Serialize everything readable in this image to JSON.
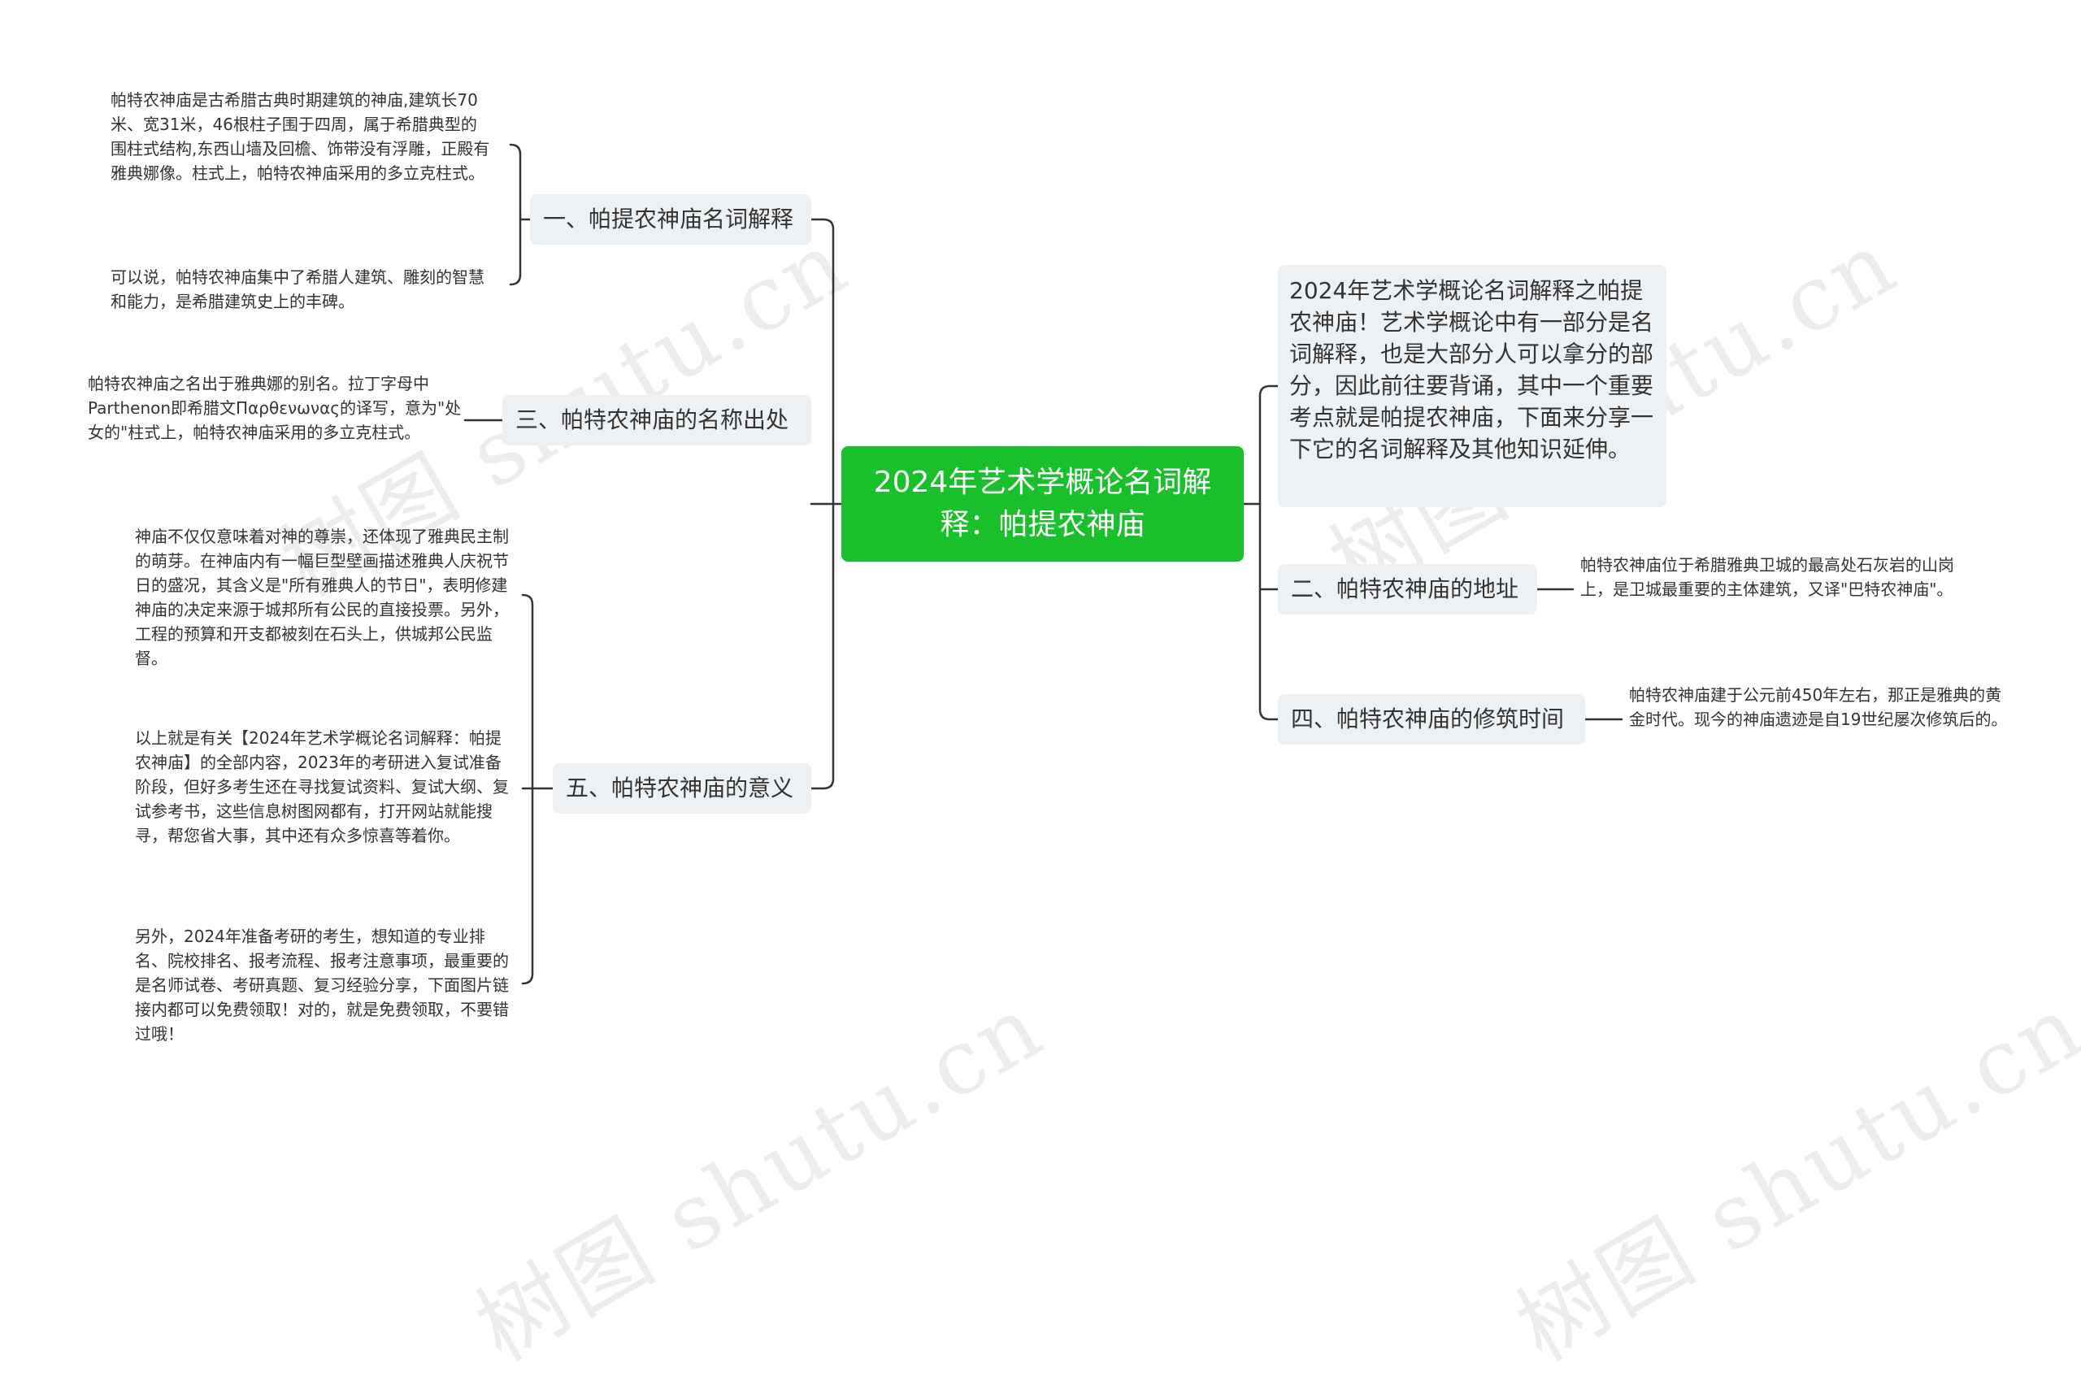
{
  "center": {
    "title": "2024年艺术学概论名词解释：帕提农神庙"
  },
  "intro": {
    "text": "2024年艺术学概论名词解释之帕提农神庙！艺术学概论中有一部分是名词解释，也是大部分人可以拿分的部分，因此前往要背诵，其中一个重要考点就是帕提农神庙，下面来分享一下它的名词解释及其他知识延伸。"
  },
  "left_topics": [
    {
      "label": "一、帕提农神庙名词解释",
      "leaves": [
        "帕特农神庙是古希腊古典时期建筑的神庙,建筑长70米、宽31米，46根柱子围于四周，属于希腊典型的围柱式结构,东西山墙及回檐、饰带没有浮雕，正殿有雅典娜像。柱式上，帕特农神庙采用的多立克柱式。",
        "可以说，帕特农神庙集中了希腊人建筑、雕刻的智慧和能力，是希腊建筑史上的丰碑。"
      ]
    },
    {
      "label": "三、帕特农神庙的名称出处",
      "leaves": [
        "帕特农神庙之名出于雅典娜的别名。拉丁字母中Parthenon即希腊文Παρθενωνας的译写，意为\"处女的\"柱式上，帕特农神庙采用的多立克柱式。"
      ]
    },
    {
      "label": "五、帕特农神庙的意义",
      "leaves": [
        "神庙不仅仅意味着对神的尊崇，还体现了雅典民主制的萌芽。在神庙内有一幅巨型壁画描述雅典人庆祝节日的盛况，其含义是\"所有雅典人的节日\"，表明修建神庙的决定来源于城邦所有公民的直接投票。另外，工程的预算和开支都被刻在石头上，供城邦公民监督。",
        "以上就是有关【2024年艺术学概论名词解释：帕提农神庙】的全部内容，2023年的考研进入复试准备阶段，但好多考生还在寻找复试资料、复试大纲、复试参考书，这些信息树图网都有，打开网站就能搜寻，帮您省大事，其中还有众多惊喜等着你。",
        "另外，2024年准备考研的考生，想知道的专业排名、院校排名、报考流程、报考注意事项，最重要的是名师试卷、考研真题、复习经验分享，下面图片链接内都可以免费领取！对的，就是免费领取，不要错过哦！"
      ]
    }
  ],
  "right_topics": [
    {
      "label": "二、帕特农神庙的地址",
      "leaves": [
        "帕特农神庙位于希腊雅典卫城的最高处石灰岩的山岗上，是卫城最重要的主体建筑，又译\"巴特农神庙\"。"
      ]
    },
    {
      "label": "四、帕特农神庙的修筑时间",
      "leaves": [
        "帕特农神庙建于公元前450年左右，那正是雅典的黄金时代。现今的神庙遗迹是自19世纪屡次修筑后的。"
      ]
    }
  ],
  "watermark": "树图 shutu.cn",
  "colors": {
    "center_bg": "#19c02c",
    "topic_bg": "#eef1f4",
    "line": "#333333"
  }
}
